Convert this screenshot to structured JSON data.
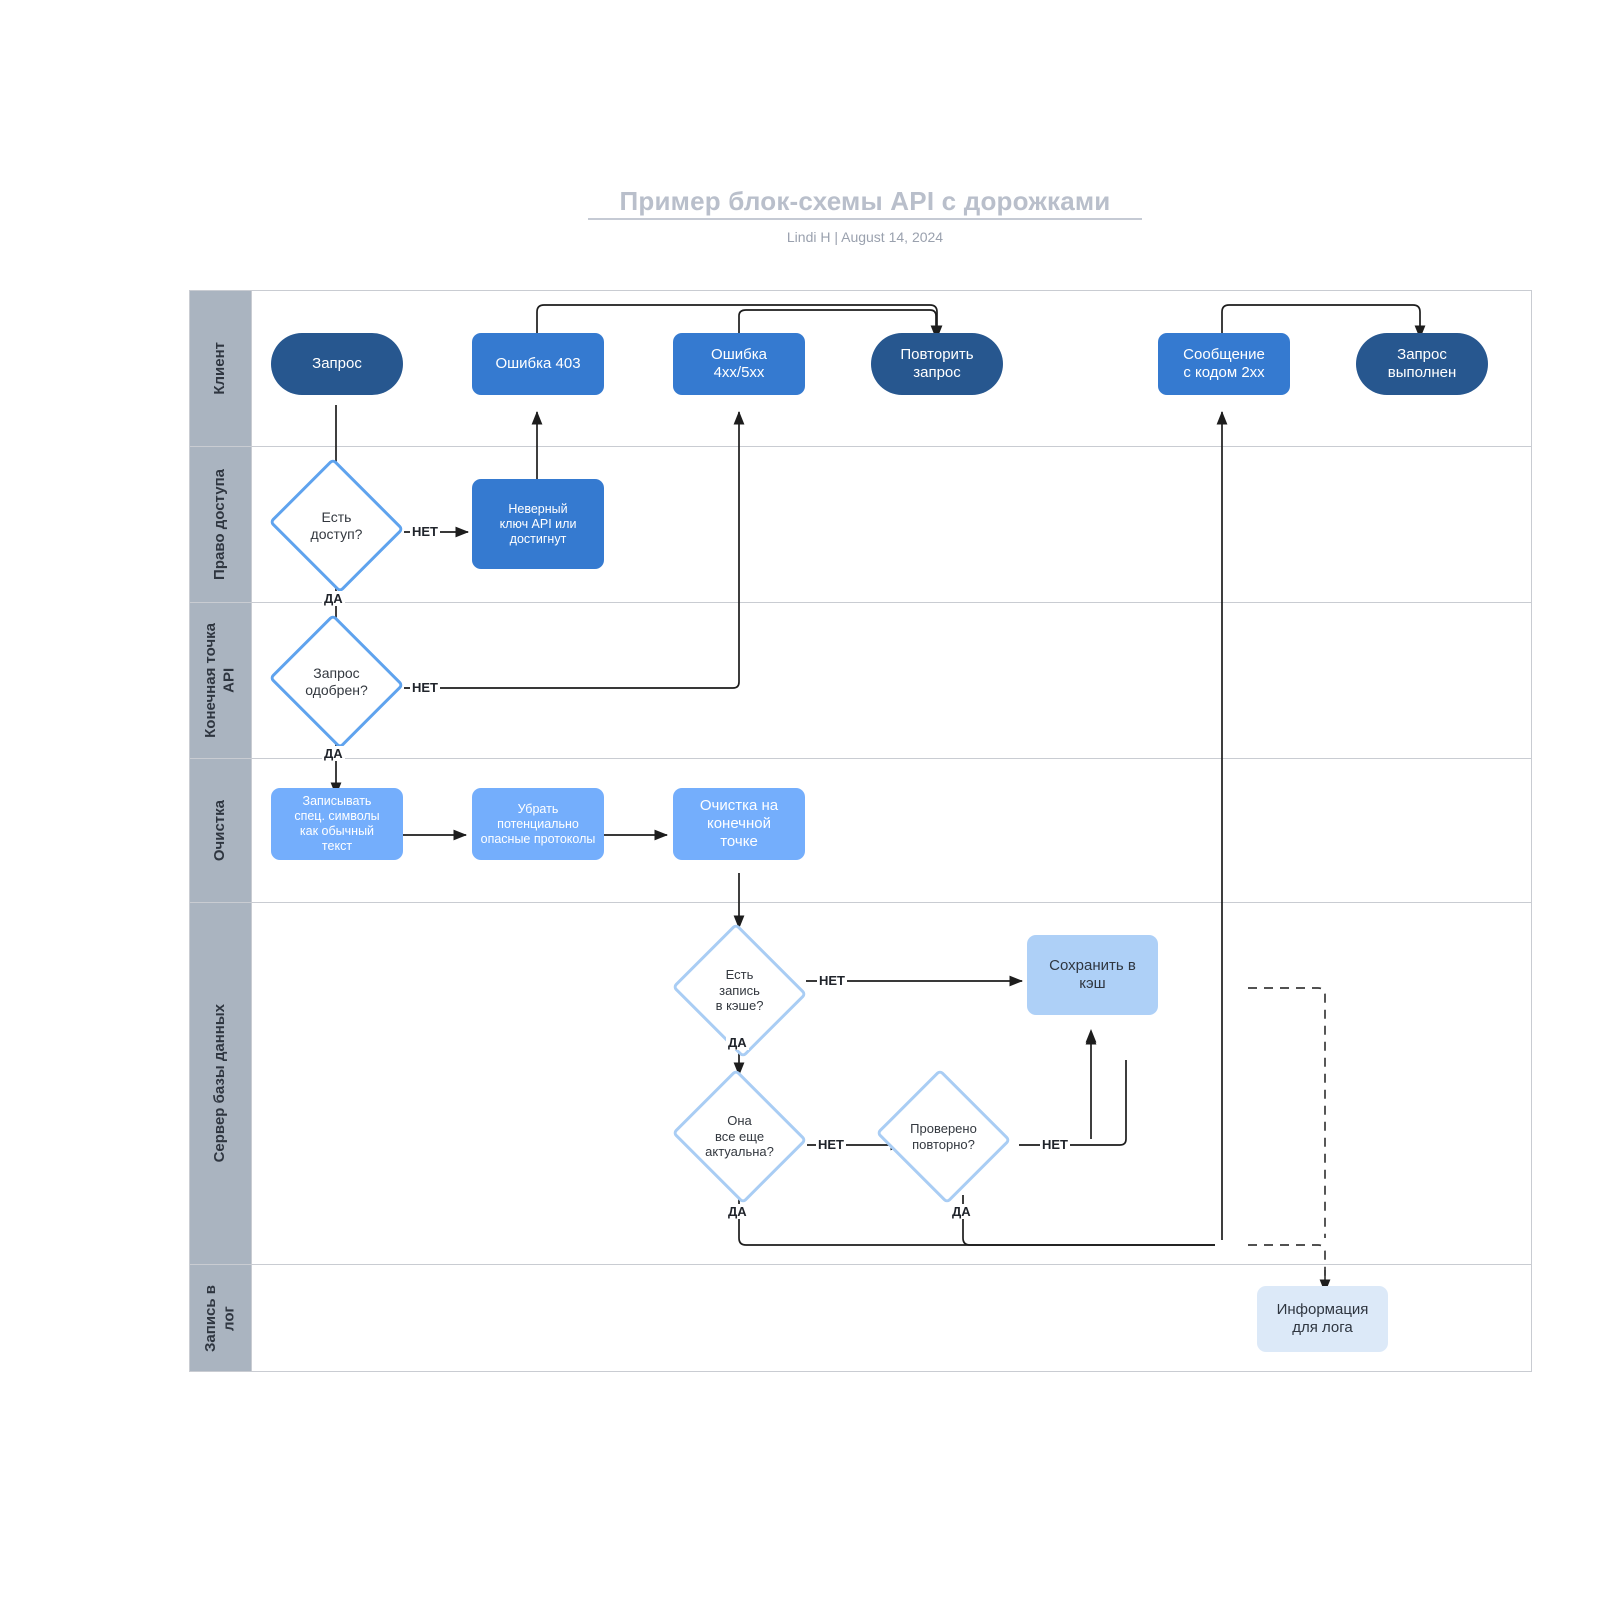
{
  "header": {
    "title": "Пример блок-схемы API с дорожками",
    "byline": "Lindi H  |  August 14, 2024"
  },
  "lanes": [
    {
      "id": "client",
      "label": "Клиент"
    },
    {
      "id": "auth",
      "label": "Право доступа"
    },
    {
      "id": "endpoint",
      "label": "Конечная точка\nAPI"
    },
    {
      "id": "sanitize",
      "label": "Очистка"
    },
    {
      "id": "database",
      "label": "Сервер базы данных"
    },
    {
      "id": "logging",
      "label": "Запись в\nлог"
    }
  ],
  "nodes": {
    "request": "Запрос",
    "error403": "Ошибка 403",
    "error4xx5xx": "Ошибка\n4xx/5xx",
    "retry": "Повторить\nзапрос",
    "message2xx": "Сообщение\nс кодом 2xx",
    "requestDone": "Запрос\nвыполнен",
    "hasAccess": "Есть\nдоступ?",
    "badKey": "Неверный\nключ API или\nдостигнут",
    "requestOk": "Запрос\nодобрен?",
    "writeSpecial": "Записывать\nспец. символы\nкак обычный\nтекст",
    "removeProto": "Убрать\nпотенциально\nопасные протоколы",
    "sanitizeEnd": "Очистка на\nконечной\nточке",
    "cacheEntry": "Есть\nзапись\nв кэше?",
    "saveCache": "Сохранить в\nкэш",
    "stillValid": "Она\nвсе еще\nактуальна?",
    "recheck": "Проверено\nповторно?",
    "logInfo": "Информация\nдля лога"
  },
  "edge_labels": {
    "no": "НЕТ",
    "yes": "ДА"
  },
  "colors": {
    "terminator": "#27578f",
    "process_medium": "#357ad0",
    "process_light": "#74aefc",
    "process_pale": "#aed0f7",
    "process_faint": "#dce9f8",
    "decision_border": "#5fa3ee",
    "decision_border_pale": "#a9cdf4",
    "lane_header": "#aab4c0",
    "frame_border": "#c9ccd2",
    "title": "#b9bfcb",
    "connector": "#1d1d1d"
  }
}
